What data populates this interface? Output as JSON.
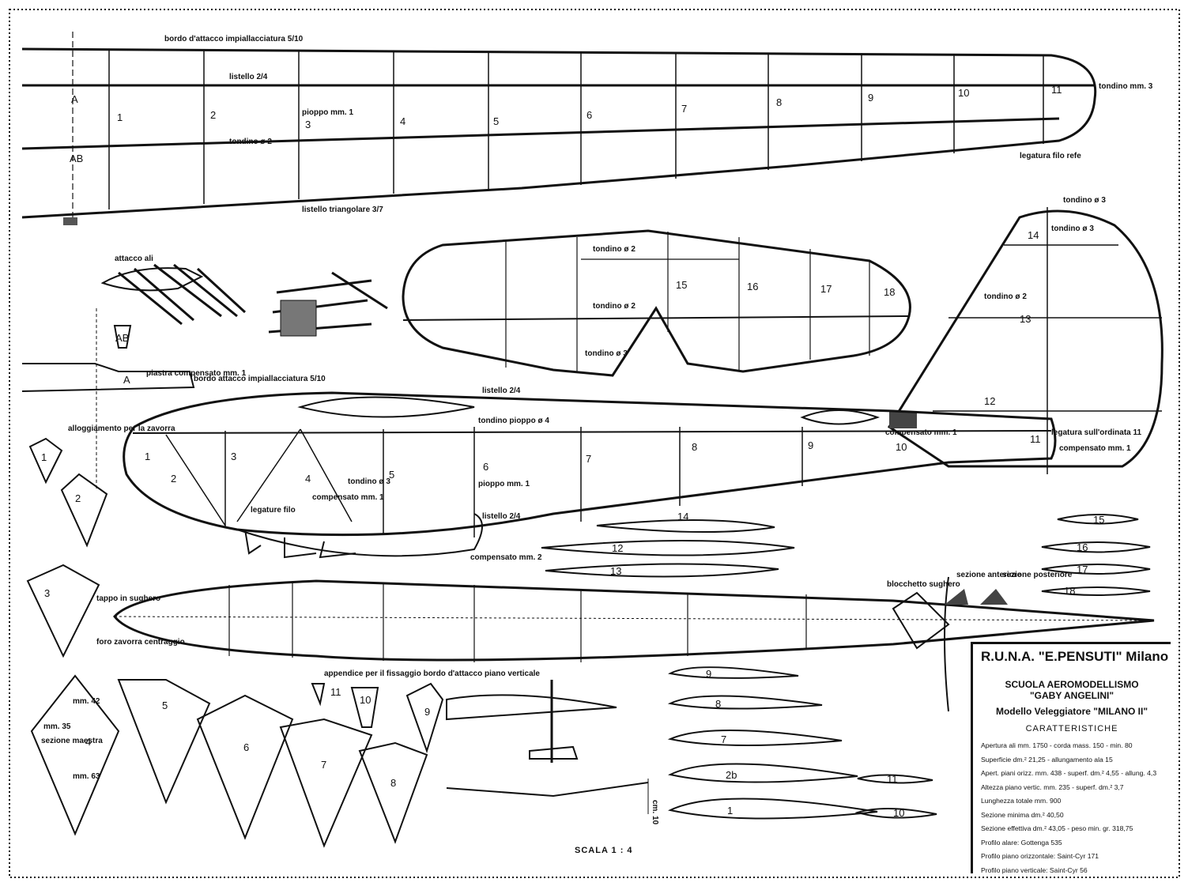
{
  "title_block": {
    "club": "R.U.N.A. \"E.PENSUTI\" Milano",
    "school_line1": "SCUOLA AEROMODELLISMO",
    "school_line2": "\"GABY ANGELINI\"",
    "model": "Modello Veleggiatore \"MILANO II\"",
    "features_heading": "CARATTERISTICHE",
    "specs": [
      "Apertura ali mm. 1750 - corda mass. 150 - min. 80",
      "Superficie dm.² 21,25 - allungamento ala 15",
      "Apert. piani orizz. mm. 438 - superf. dm.² 4,55 - allung. 4,3",
      "Altezza piano vertic. mm. 235 - superf. dm.² 3,7",
      "Lunghezza totale mm. 900",
      "Sezione minima dm.² 40,50",
      "Sezione effettiva dm.² 43,05 - peso min. gr. 318,75",
      "Profilo alare: Gottenga 535",
      "Profilo piano orizzontale: Saint-Cyr 171",
      "Profilo piano verticale: Saint-Cyr 56"
    ]
  },
  "scale": "SCALA 1 : 4",
  "wing_labels": {
    "leading_edge": "bordo d'attacco impiallacciatura 5/10",
    "spar_strip": "listello 2/4",
    "rib": "pioppo mm. 1",
    "rod": "tondino ø 2",
    "trailing_edge": "listello triangolare 3/7",
    "tip_rod": "tondino mm. 3",
    "thread_tie": "legatura filo refe"
  },
  "wing_markers": [
    "A",
    "AB"
  ],
  "wing_ribs": [
    "1",
    "2",
    "3",
    "4",
    "5",
    "6",
    "7",
    "8",
    "9",
    "10",
    "11"
  ],
  "tailplane_labels": {
    "rod2": "tondino ø 2",
    "rod2b": "tondino ø 2",
    "rod3": "tondino ø 3"
  },
  "tailplane_ribs": [
    "15",
    "16",
    "17",
    "18"
  ],
  "fin_labels": {
    "rod3a": "tondino ø 3",
    "rod3b": "tondino ø 3",
    "rod2": "tondino ø 2",
    "tie": "legatura sull'ordinata 11",
    "plywood": "compensato mm. 1"
  },
  "fin_ribs": [
    "14",
    "13",
    "12"
  ],
  "fuselage_labels": {
    "leading_edge": "bordo attacco impiallacciatura 5/10",
    "strip_top": "listello 2/4",
    "rod_poplar": "tondino pioppo ø 4",
    "ballast": "alloggiamento per la zavorra",
    "rod3": "tondino ø 3",
    "plywood": "compensato mm. 1",
    "poplar": "pioppo mm. 1",
    "strip_bottom": "listello 2/4",
    "thread_ties": "legature filo",
    "plywood2": "compensato mm. 2",
    "plywood_tail": "compensato mm. 1"
  },
  "fuselage_formers": [
    "1",
    "2",
    "3",
    "4",
    "5",
    "6",
    "7",
    "8",
    "9",
    "10",
    "11"
  ],
  "wing_attach": {
    "label": "attacco ali",
    "plate": "piastra compensato mm. 1",
    "marker_ab": "AB",
    "marker_a": "A"
  },
  "bottom_view_labels": {
    "cork_plug": "tappo in sughero",
    "ballast_hole": "foro zavorra centraggio",
    "appendix": "appendice per il fissaggio bordo d'attacco piano verticale",
    "cork_block": "blocchetto sughero",
    "section_front": "sezione anteriore",
    "section_rear": "sezione posteriore"
  },
  "former_section": {
    "width": "mm. 35",
    "height_top": "mm. 42",
    "height_bottom": "mm. 63",
    "label": "sezione maestra"
  },
  "formers_shapes": [
    "1",
    "2",
    "3",
    "4",
    "5",
    "6",
    "7",
    "8",
    "9",
    "10",
    "11"
  ],
  "rib_profiles_left": [
    "9",
    "8",
    "7",
    "2b",
    "1"
  ],
  "rib_profiles_small": [
    "11",
    "10"
  ],
  "tail_profiles": [
    "14",
    "12",
    "13"
  ],
  "tail_profiles_right": [
    "15",
    "16",
    "17",
    "18"
  ],
  "side_view_dim": "cm. 10"
}
